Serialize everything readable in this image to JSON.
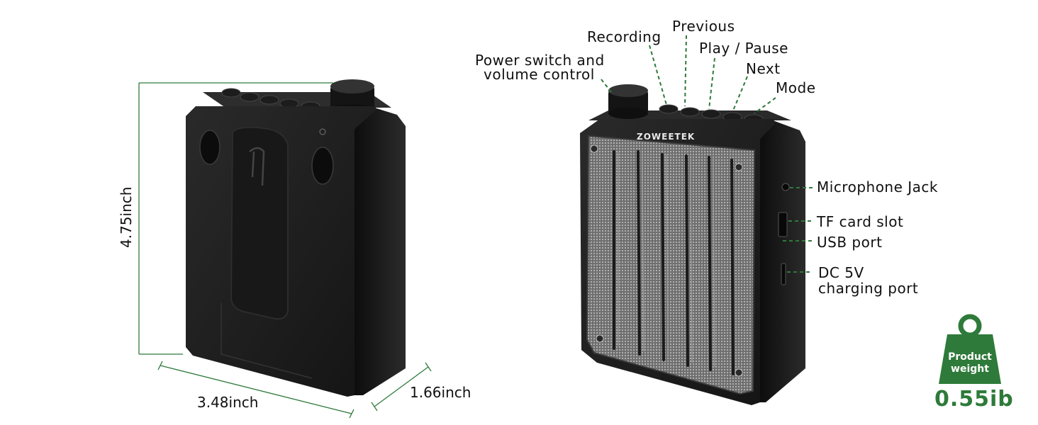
{
  "brand": "ZOWEETEK",
  "dimensions": {
    "height": "4.75inch",
    "width": "3.48inch",
    "depth": "1.66inch"
  },
  "callouts": {
    "power_line1": "Power switch and",
    "power_line2": "volume control",
    "recording": "Recording",
    "previous": "Previous",
    "play_pause": "Play / Pause",
    "next": "Next",
    "mode": "Mode",
    "mic_jack": "Microphone Jack",
    "tf_slot": "TF card slot",
    "usb_port": "USB port",
    "dc_line1": "DC 5V",
    "dc_line2": "charging port"
  },
  "weight": {
    "label_line1": "Product",
    "label_line2": "weight",
    "value": "0.55ib"
  },
  "colors": {
    "accent_green": "#2e7a3a",
    "device_black": "#1a1a1a",
    "grille_gray": "#8a8a8a"
  }
}
